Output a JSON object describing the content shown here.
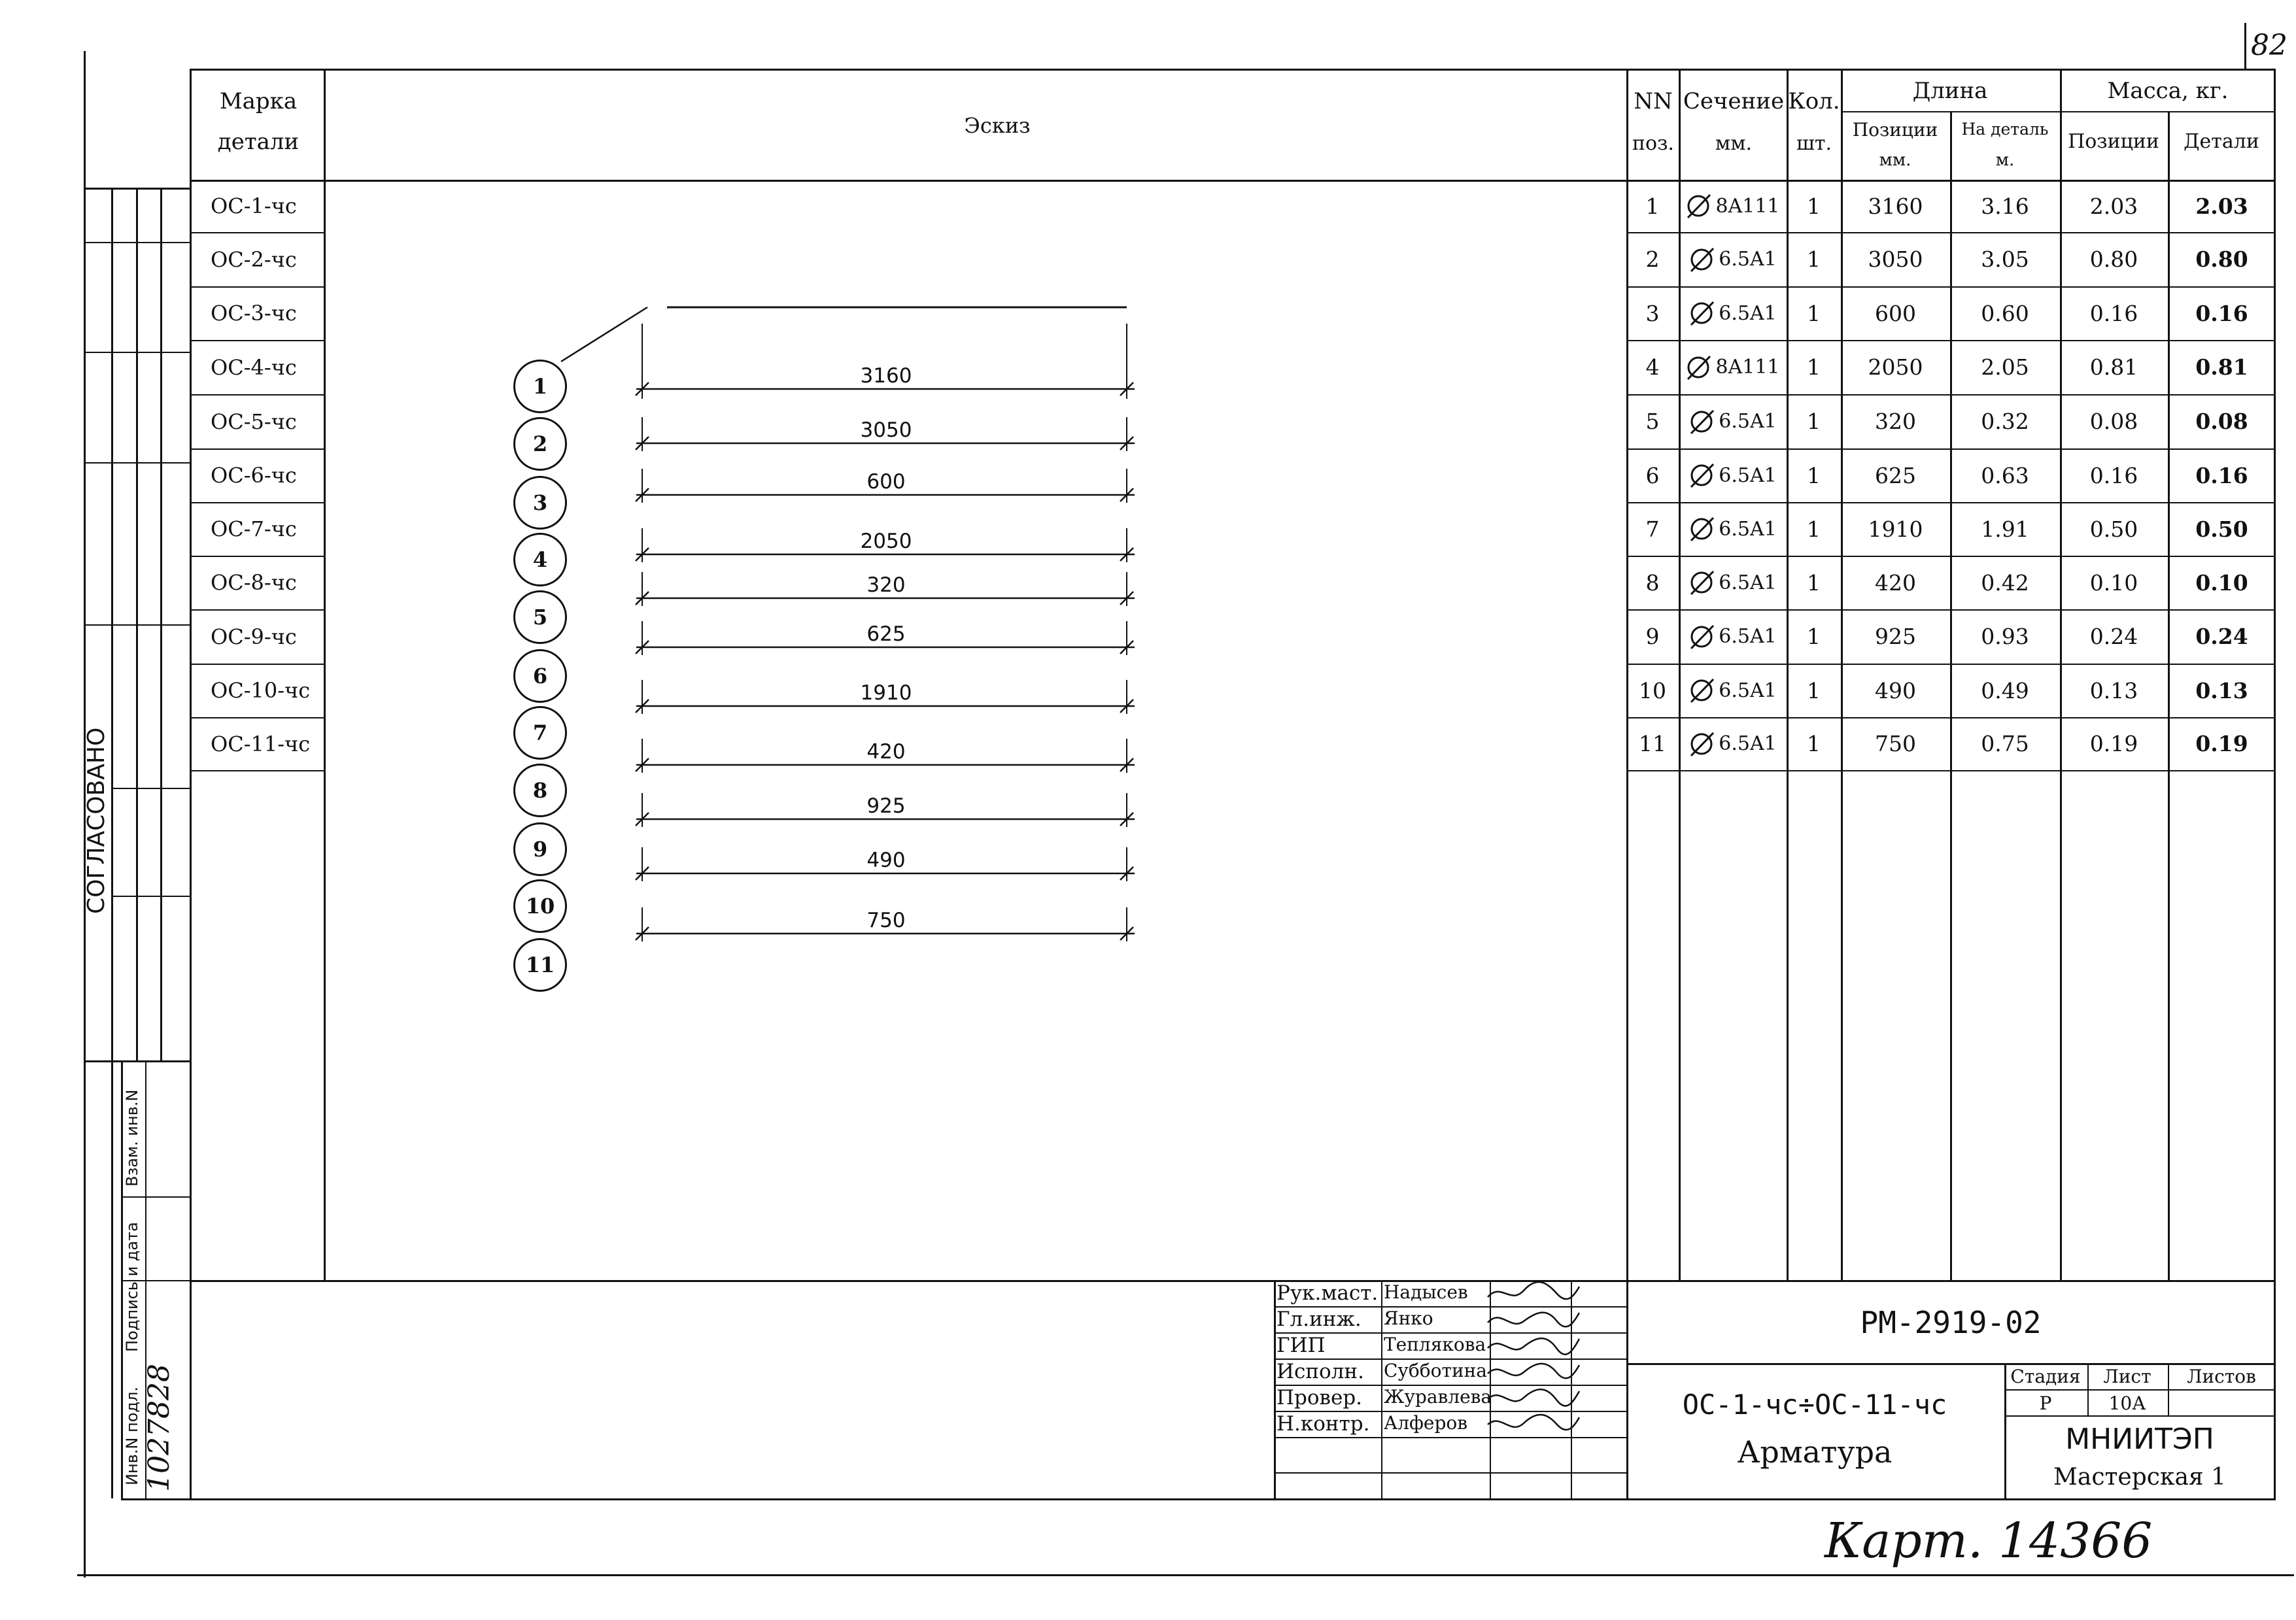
{
  "page_number": "82",
  "left_strip": {
    "agreed": "СОГЛАСОВАНО",
    "inv_label": "Инв.N подл.",
    "sign_date_label": "Подпись и дата",
    "vzam_label": "Взам. инв.N",
    "inv_handwritten": "1027828"
  },
  "header": {
    "marka": "Марка",
    "marka2": "детали",
    "eskiz": "Эскиз",
    "nn": "NN",
    "poz": "поз.",
    "sechenie": "Сечение",
    "mm": "мм.",
    "kol": "Кол.",
    "sht": "шт.",
    "dlina": "Длина",
    "pozicii": "Позиции",
    "pozicii_mm": "мм.",
    "na_detal": "На деталь",
    "na_detal_m": "м.",
    "massa": "Масса, кг.",
    "massa_pozicii": "Позиции",
    "massa_detali": "Детали"
  },
  "rows": [
    {
      "mark": "ОС-1-чс",
      "nn": "1",
      "sec": "8A111",
      "qty": "1",
      "len_mm": "3160",
      "len_m": "3.16",
      "m_pos": "2.03",
      "m_det": "2.03"
    },
    {
      "mark": "ОС-2-чс",
      "nn": "2",
      "sec": "6.5A1",
      "qty": "1",
      "len_mm": "3050",
      "len_m": "3.05",
      "m_pos": "0.80",
      "m_det": "0.80"
    },
    {
      "mark": "ОС-3-чс",
      "nn": "3",
      "sec": "6.5A1",
      "qty": "1",
      "len_mm": "600",
      "len_m": "0.60",
      "m_pos": "0.16",
      "m_det": "0.16"
    },
    {
      "mark": "ОС-4-чс",
      "nn": "4",
      "sec": "8A111",
      "qty": "1",
      "len_mm": "2050",
      "len_m": "2.05",
      "m_pos": "0.81",
      "m_det": "0.81"
    },
    {
      "mark": "ОС-5-чс",
      "nn": "5",
      "sec": "6.5A1",
      "qty": "1",
      "len_mm": "320",
      "len_m": "0.32",
      "m_pos": "0.08",
      "m_det": "0.08"
    },
    {
      "mark": "ОС-6-чс",
      "nn": "6",
      "sec": "6.5A1",
      "qty": "1",
      "len_mm": "625",
      "len_m": "0.63",
      "m_pos": "0.16",
      "m_det": "0.16"
    },
    {
      "mark": "ОС-7-чс",
      "nn": "7",
      "sec": "6.5A1",
      "qty": "1",
      "len_mm": "1910",
      "len_m": "1.91",
      "m_pos": "0.50",
      "m_det": "0.50"
    },
    {
      "mark": "ОС-8-чс",
      "nn": "8",
      "sec": "6.5A1",
      "qty": "1",
      "len_mm": "420",
      "len_m": "0.42",
      "m_pos": "0.10",
      "m_det": "0.10"
    },
    {
      "mark": "ОС-9-чс",
      "nn": "9",
      "sec": "6.5A1",
      "qty": "1",
      "len_mm": "925",
      "len_m": "0.93",
      "m_pos": "0.24",
      "m_det": "0.24"
    },
    {
      "mark": "ОС-10-чс",
      "nn": "10",
      "sec": "6.5A1",
      "qty": "1",
      "len_mm": "490",
      "len_m": "0.49",
      "m_pos": "0.13",
      "m_det": "0.13"
    },
    {
      "mark": "ОС-11-чс",
      "nn": "11",
      "sec": "6.5A1",
      "qty": "1",
      "len_mm": "750",
      "len_m": "0.75",
      "m_pos": "0.19",
      "m_det": "0.19"
    }
  ],
  "sketch": {
    "bubbles": [
      "1",
      "2",
      "3",
      "4",
      "5",
      "6",
      "7",
      "8",
      "9",
      "10",
      "11"
    ],
    "dims": [
      "3160",
      "3050",
      "600",
      "2050",
      "320",
      "625",
      "1910",
      "420",
      "925",
      "490",
      "750"
    ]
  },
  "stamp": {
    "roles": [
      "Рук.маст.",
      "Гл.инж.",
      "ГИП",
      "Исполн.",
      "Провер.",
      "Н.контр."
    ],
    "names": [
      "Надысев",
      "Янко",
      "Теплякова",
      "Субботина",
      "Журавлева",
      "Алферов"
    ],
    "doc_code": "РМ-2919-02",
    "title_line1": "ОС-1-чс÷ОС-11-чс",
    "title_line2": "Арматура",
    "stage_label": "Стадия",
    "sheet_label": "Лист",
    "sheets_label": "Листов",
    "stage_value": "Р",
    "sheet_value": "10А",
    "org": "МНИИТЭП",
    "workshop": "Мастерская 1"
  },
  "handwritten_note": "Карт. 14366"
}
